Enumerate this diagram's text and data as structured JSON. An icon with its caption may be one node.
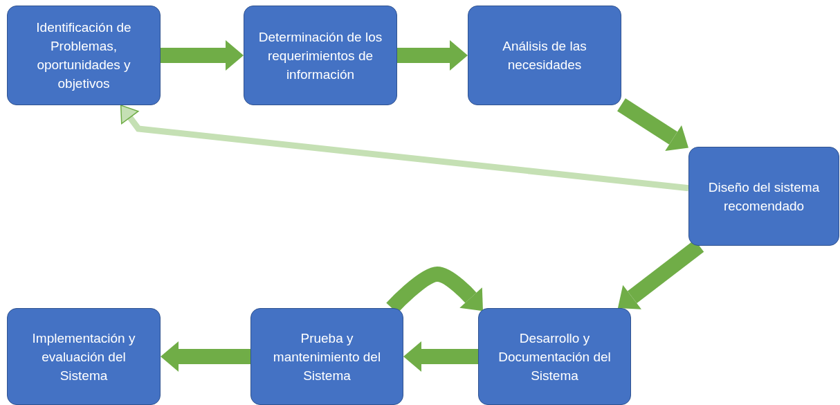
{
  "diagram": {
    "nodes": [
      {
        "text": [
          "Identificación de Problemas, oportunidades y objetivos"
        ]
      },
      {
        "text": [
          "Determinación de los requerimientos de información"
        ]
      },
      {
        "text": [
          "Análisis de las necesidades"
        ]
      },
      {
        "text": [
          "Diseño del sistema recomendado"
        ]
      },
      {
        "text": [
          "Implementación y evaluación del Sistema"
        ]
      },
      {
        "text": [
          "Prueba y mantenimiento del Sistema"
        ]
      },
      {
        "text": [
          "Desarrollo y Documentación del Sistema"
        ]
      }
    ],
    "edges": [
      {
        "from": 0,
        "to": 1,
        "arrow": "to"
      },
      {
        "from": 1,
        "to": 2,
        "arrow": "to"
      },
      {
        "from": 2,
        "to": 3,
        "arrow": "to"
      },
      {
        "from": 3,
        "to": 6,
        "arrow": "to"
      },
      {
        "from": 6,
        "to": 5,
        "arrow": "to"
      },
      {
        "from": 5,
        "to": 4,
        "arrow": "to"
      },
      {
        "from": 3,
        "to": 0,
        "arrow": "to",
        "color": "#c5e0b4"
      },
      {
        "from": 5,
        "to": 6,
        "arrow": "to"
      }
    ]
  }
}
